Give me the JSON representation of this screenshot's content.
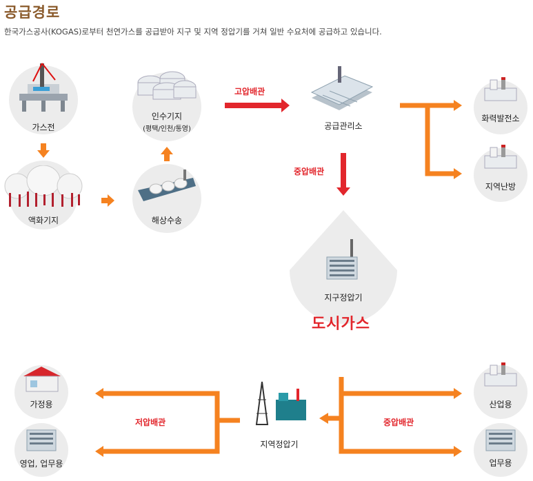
{
  "title": "공급경로",
  "subtitle": "한국가스공사(KOGAS)로부터 천연가스를 공급받아 지구 및 지역 정압기를 거쳐 일반 수요처에 공급하고 있습니다.",
  "nodes": {
    "gas_field": "가스전",
    "liquefaction": "액화기지",
    "terminal": "인수기지",
    "terminal_sub": "(평택/인천/통영)",
    "shipping": "해상수송",
    "supply_office": "공급관리소",
    "thermal_plant": "화력발전소",
    "district_heating": "지역난방",
    "district_regulator": "지구정압기",
    "city_gas": "도시가스",
    "regional_regulator": "지역정압기",
    "household": "가정용",
    "commercial": "영업, 업무용",
    "industrial": "산업용",
    "business": "업무용"
  },
  "edges": {
    "high_pressure": "고압배관",
    "medium_pressure_1": "중압배관",
    "medium_pressure_2": "중압배관",
    "low_pressure": "저압배관"
  },
  "colors": {
    "title": "#8a5a2b",
    "pipe_orange": "#f58220",
    "pipe_red": "#e2262c",
    "circle": "#ececec"
  }
}
